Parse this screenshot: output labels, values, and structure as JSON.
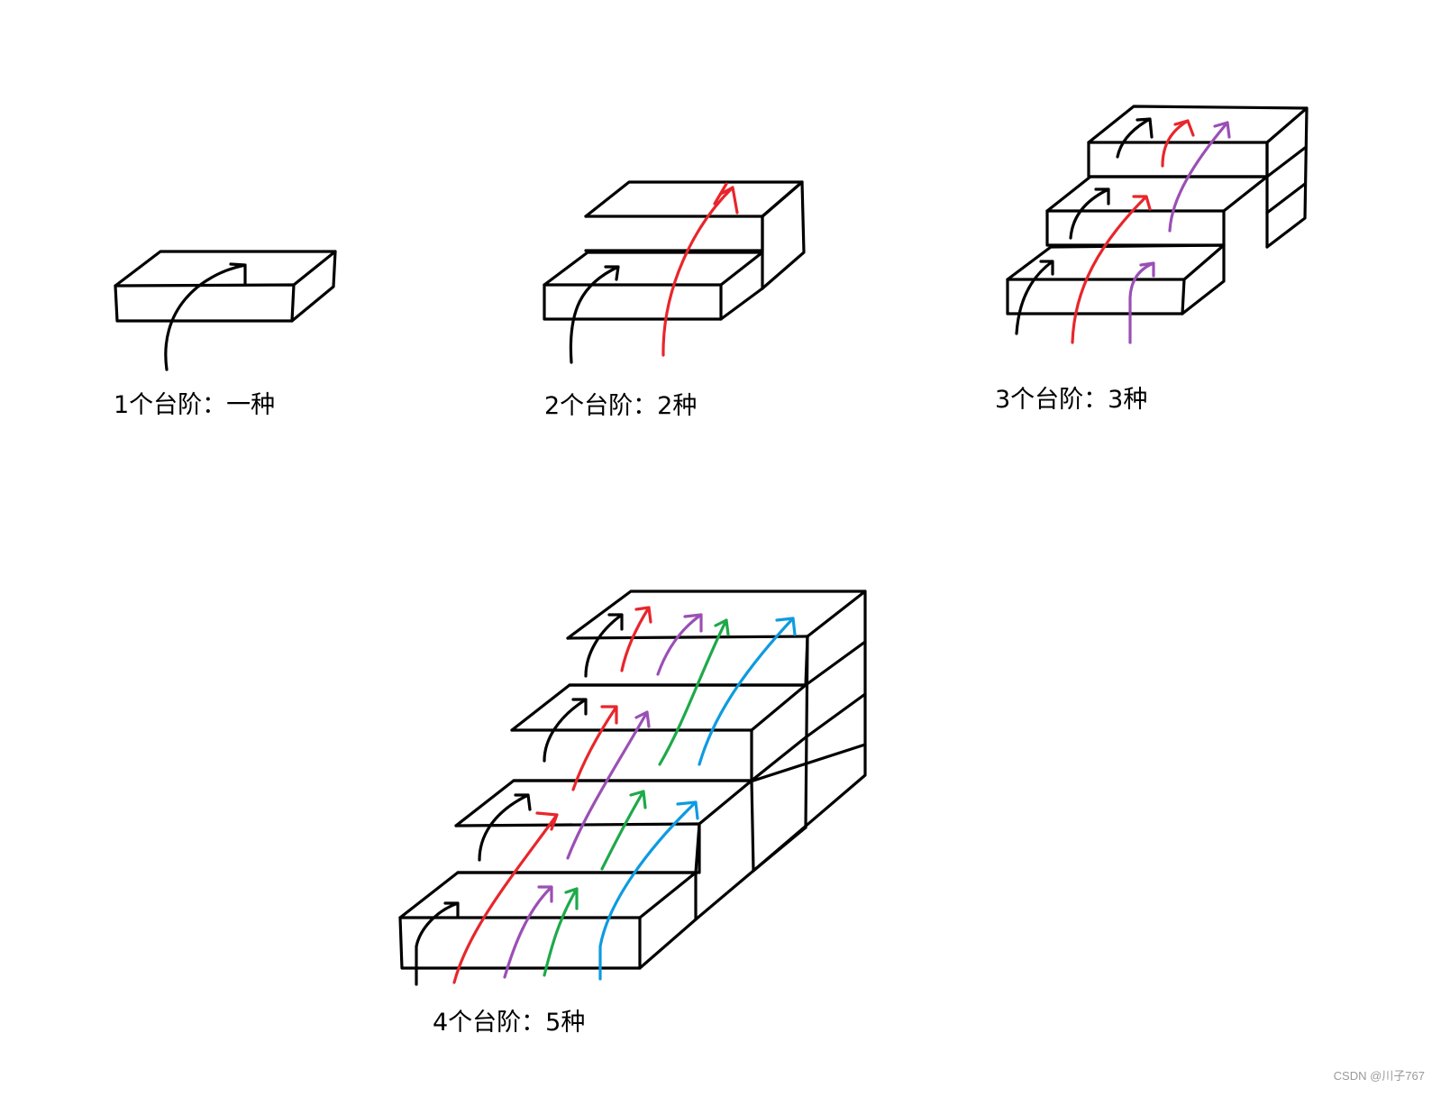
{
  "captions": {
    "one_step": "1个台阶：一种",
    "two_steps": "2个台阶：2种",
    "three_steps": "3个台阶：3种",
    "four_steps": "4个台阶：5种"
  },
  "watermark": "CSDN @川子767",
  "colors": {
    "outline": "#000000",
    "path_1": "#000000",
    "path_2": "#e8262b",
    "path_3": "#9b4fb5",
    "path_4": "#1ea94a",
    "path_5": "#0d9be0"
  },
  "diagrams": [
    {
      "steps": 1,
      "ways": 1
    },
    {
      "steps": 2,
      "ways": 2
    },
    {
      "steps": 3,
      "ways": 3
    },
    {
      "steps": 4,
      "ways": 5
    }
  ]
}
